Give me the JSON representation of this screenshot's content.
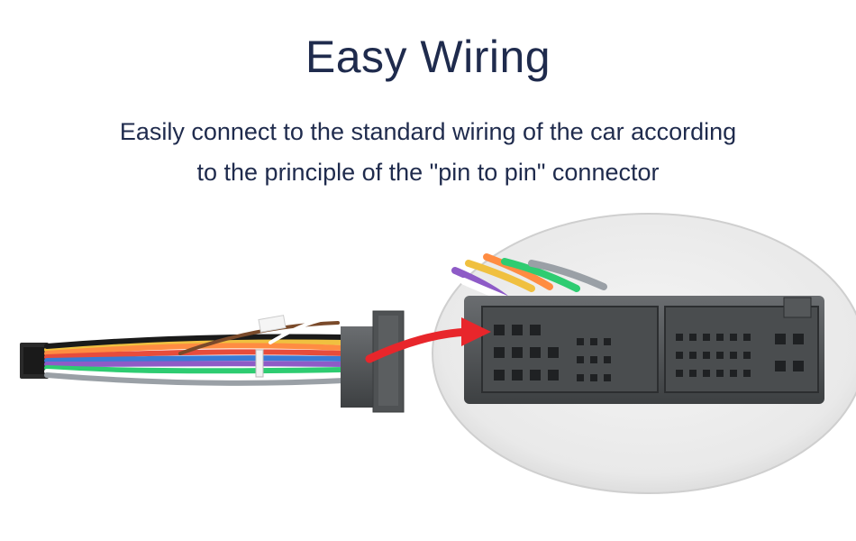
{
  "header": {
    "title": "Easy Wiring",
    "subtitle_line1": "Easily connect to the standard wiring of the car according",
    "subtitle_line2": "to the principle of the \"pin to pin\" connector"
  },
  "colors": {
    "text": "#1f2b4d",
    "arrow": "#e8262b",
    "connector": "#4f5254",
    "background": "#ffffff"
  },
  "wires": [
    "#7a4a2a",
    "#f0c040",
    "#e74c3c",
    "#2ecc71",
    "#3a7bd5",
    "#8e5bc7",
    "#ffffff",
    "#ff8c42",
    "#9aa0a6",
    "#1a1a1a"
  ],
  "icons": {
    "arrow": "curved-arrow-icon",
    "magnifier": "zoom-circle"
  }
}
